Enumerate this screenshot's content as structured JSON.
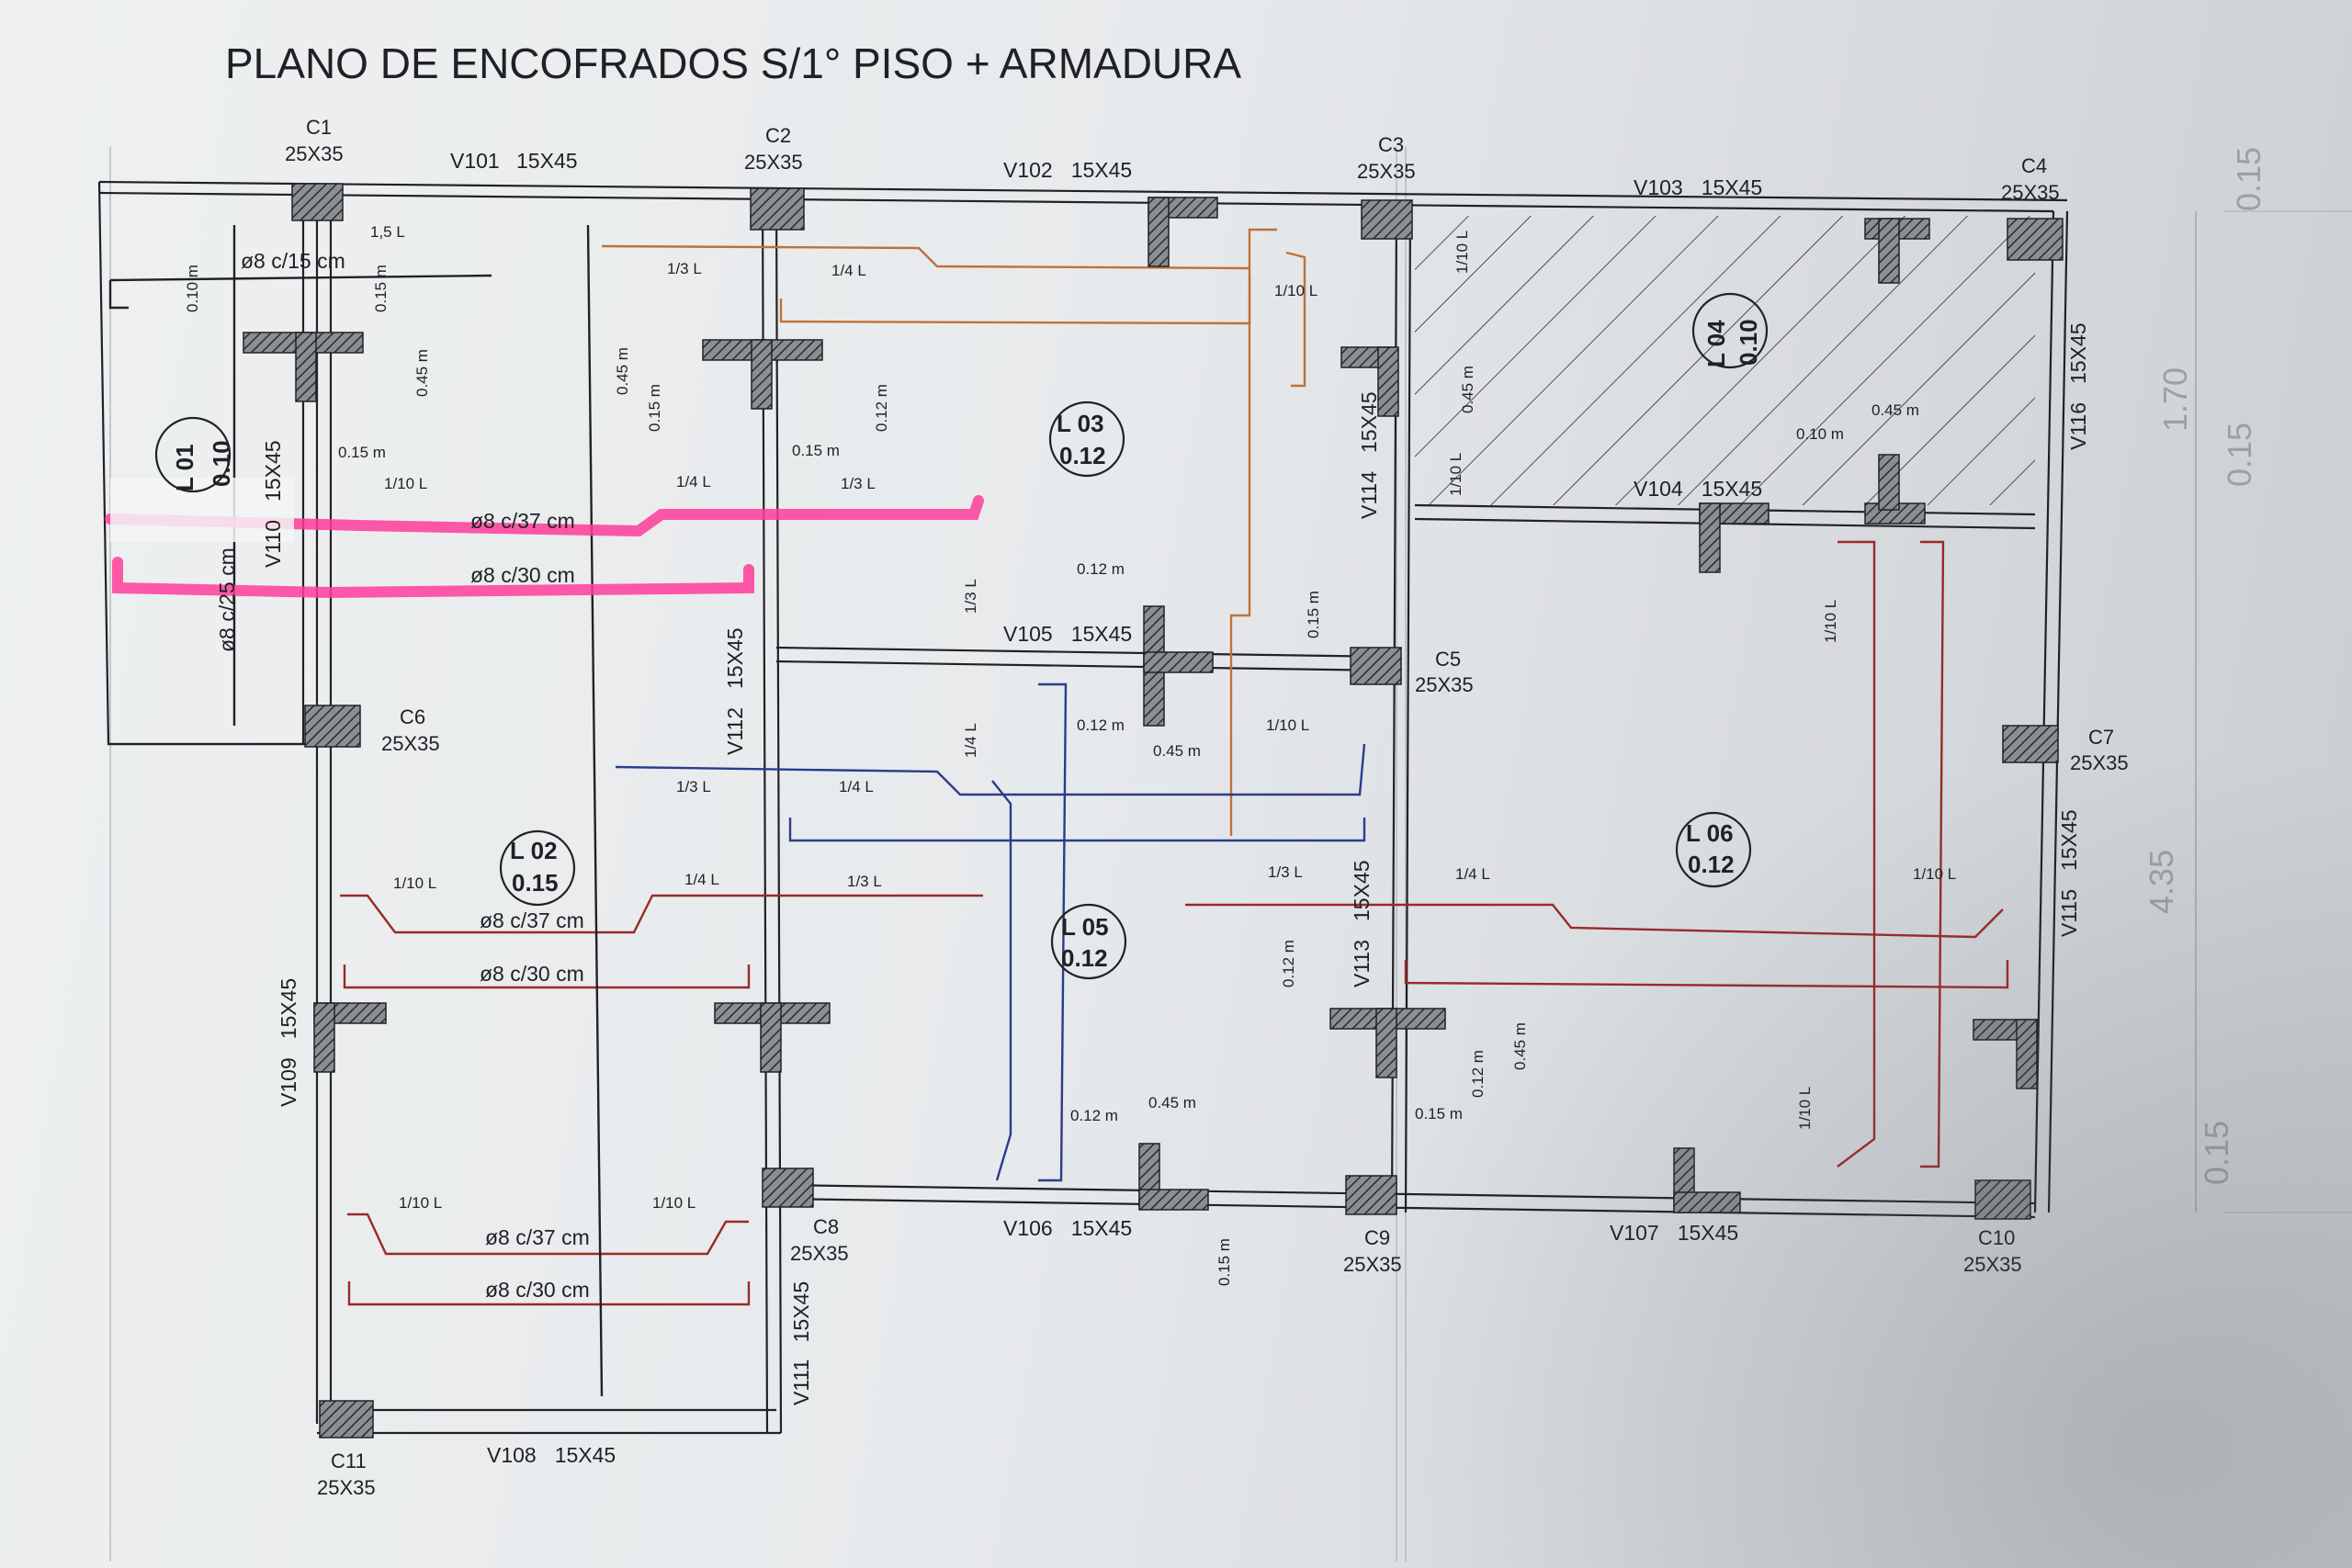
{
  "title": "PLANO DE ENCOFRADOS S/1° PISO + ARMADURA",
  "colors": {
    "paper": "#e9ecee",
    "ink": "#1f2124",
    "hatch": "#2a2a2a",
    "rebar_red": "#9a2a2a",
    "rebar_orange": "#c0703a",
    "rebar_blue": "#2a3d8a",
    "highlighter_pink": "#ff3d9a"
  },
  "columns": [
    {
      "id": "C1",
      "size": "25X35"
    },
    {
      "id": "C2",
      "size": "25X35"
    },
    {
      "id": "C3",
      "size": "25X35"
    },
    {
      "id": "C4",
      "size": "25X35"
    },
    {
      "id": "C5",
      "size": "25X35"
    },
    {
      "id": "C6",
      "size": "25X35"
    },
    {
      "id": "C7",
      "size": "25X35"
    },
    {
      "id": "C8",
      "size": "25X35"
    },
    {
      "id": "C9",
      "size": "25X35"
    },
    {
      "id": "C10",
      "size": "25X35"
    },
    {
      "id": "C11",
      "size": "25X35"
    }
  ],
  "beams": [
    {
      "id": "V101",
      "size": "15X45"
    },
    {
      "id": "V102",
      "size": "15X45"
    },
    {
      "id": "V103",
      "size": "15X45"
    },
    {
      "id": "V104",
      "size": "15X45"
    },
    {
      "id": "V105",
      "size": "15X45"
    },
    {
      "id": "V106",
      "size": "15X45"
    },
    {
      "id": "V107",
      "size": "15X45"
    },
    {
      "id": "V108",
      "size": "15X45"
    },
    {
      "id": "V109",
      "size": "15X45"
    },
    {
      "id": "V110",
      "size": "15X45"
    },
    {
      "id": "V111",
      "size": "15X45"
    },
    {
      "id": "V112",
      "size": "15X45"
    },
    {
      "id": "V113",
      "size": "15X45"
    },
    {
      "id": "V114",
      "size": "15X45"
    },
    {
      "id": "V115",
      "size": "15X45"
    },
    {
      "id": "V116",
      "size": "15X45"
    }
  ],
  "slabs": [
    {
      "id": "L 01",
      "thickness": "0.10"
    },
    {
      "id": "L 02",
      "thickness": "0.15"
    },
    {
      "id": "L 03",
      "thickness": "0.12"
    },
    {
      "id": "L 04",
      "thickness": "0.10"
    },
    {
      "id": "L 05",
      "thickness": "0.12"
    },
    {
      "id": "L 06",
      "thickness": "0.12"
    }
  ],
  "rebar": {
    "c15": "ø8 c/15 cm",
    "c25": "ø8 c/25 cm",
    "c37": "ø8 c/37 cm",
    "c30": "ø8 c/30 cm"
  },
  "dims": {
    "l15": "1,5 L",
    "l13": "1/3 L",
    "l14": "1/4 L",
    "l110": "1/10 L",
    "m010": "0.10 m",
    "m012": "0.12 m",
    "m015": "0.15 m",
    "m045": "0.45 m"
  },
  "side_dims": [
    "0.15",
    "1.70",
    "0.15",
    "4.35",
    "0.15"
  ]
}
